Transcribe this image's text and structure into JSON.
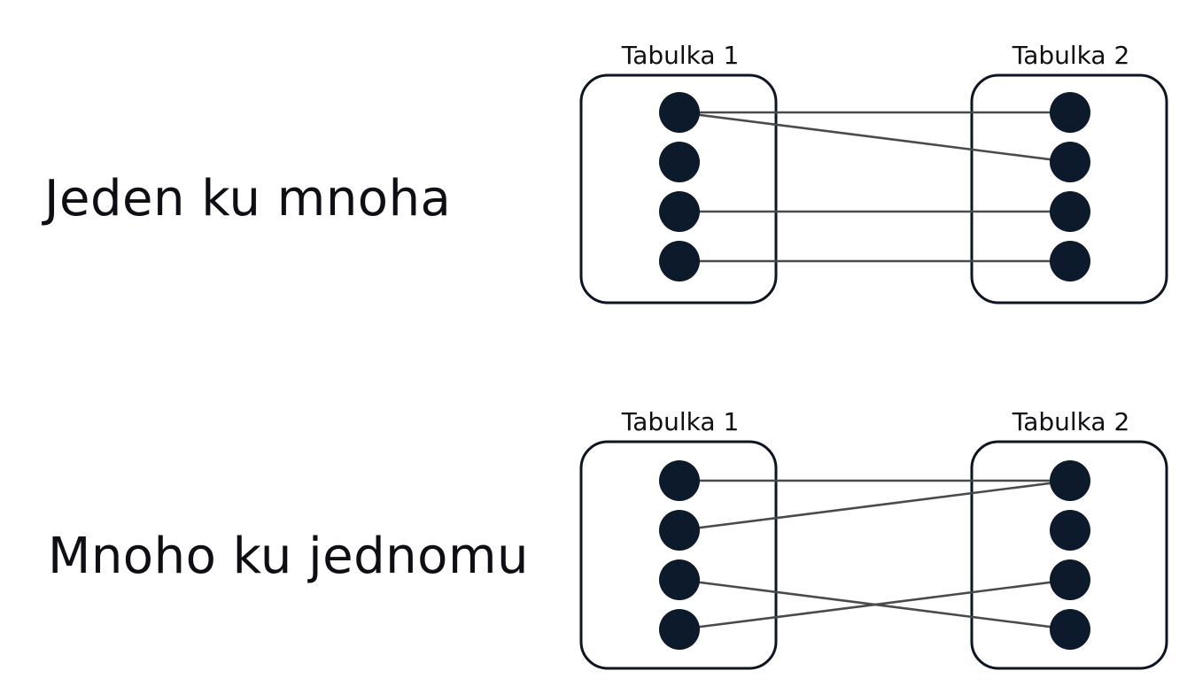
{
  "diagrams": [
    {
      "label": "Jeden ku mnoha",
      "left_table": {
        "title": "Tabulka 1"
      },
      "right_table": {
        "title": "Tabulka 2"
      },
      "connections": [
        [
          0,
          0
        ],
        [
          0,
          1
        ],
        [
          2,
          2
        ],
        [
          3,
          3
        ]
      ]
    },
    {
      "label": "Mnoho ku jednomu",
      "left_table": {
        "title": "Tabulka 1"
      },
      "right_table": {
        "title": "Tabulka 2"
      },
      "connections": [
        [
          0,
          0
        ],
        [
          1,
          0
        ],
        [
          2,
          3
        ],
        [
          3,
          2
        ]
      ]
    }
  ],
  "colors": {
    "dot": "#0d1a2b",
    "box_stroke": "#0d1422",
    "link": "#4a4a4a"
  }
}
